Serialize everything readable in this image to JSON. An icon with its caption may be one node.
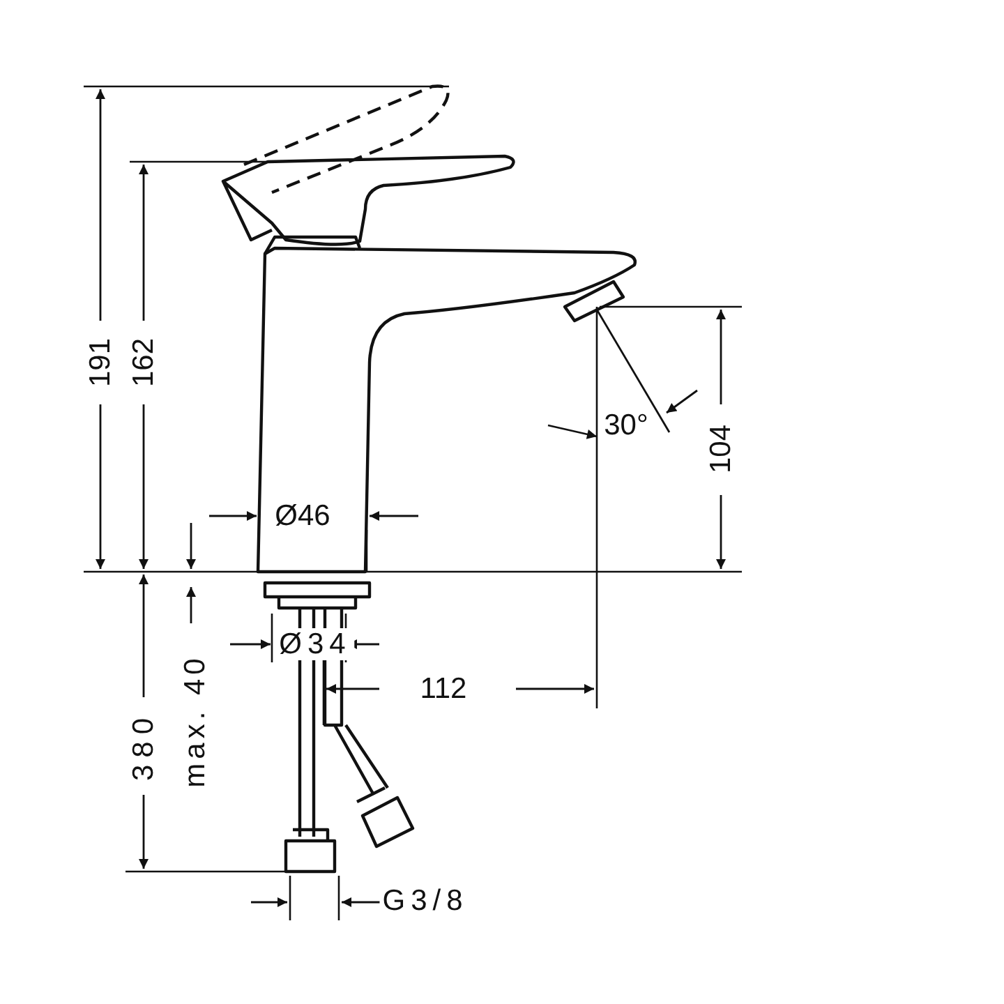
{
  "diagram": {
    "labels": [
      "191",
      "162",
      "30°",
      "104",
      "Ø46",
      "Ø34",
      "112",
      "380",
      "max. 40",
      "G3/8"
    ]
  }
}
